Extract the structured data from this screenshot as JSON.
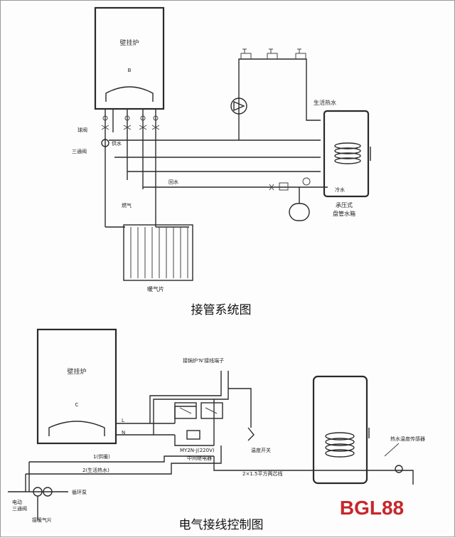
{
  "top_diagram": {
    "title": "接管系统图",
    "boiler_label": "壁挂炉",
    "boiler_mark": "B",
    "labels": {
      "valve": "球阀",
      "three_way": "三通阀",
      "supply": "供水",
      "hot_water": "生活热水",
      "cold_water": "冷水",
      "return": "回水",
      "gas": "燃气",
      "radiator": "暖气片",
      "tank": "承压式\n盘管水箱"
    }
  },
  "bottom_diagram": {
    "title": "电气接线控制图",
    "boiler_label": "壁挂炉",
    "boiler_mark": "C",
    "labels": {
      "boiler_terminal": "接锅炉'N'接线端子",
      "relay": "MY2N-J(220V)\n中间继电器",
      "temp_switch": "温度开关",
      "wire_3core": "2×1.5平方两芯线",
      "heating_mode": "1(供暖)",
      "hot_water_mode": "2(生活热水)",
      "pump": "循环泵",
      "valve_motor": "电动\n三通阀",
      "to_radiator": "接暖气片",
      "tank_sensor": "热水温度传感器"
    }
  },
  "watermark": "BGL88"
}
